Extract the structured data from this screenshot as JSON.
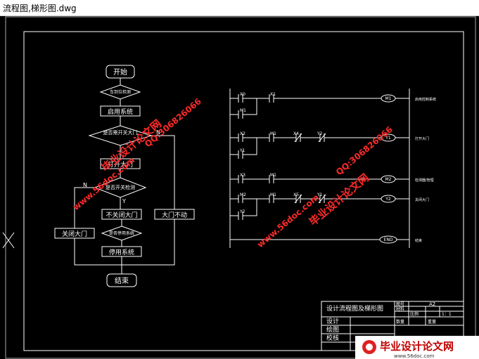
{
  "window": {
    "title": "流程图,梯形图.dwg"
  },
  "flowchart": {
    "start": "开始",
    "check_pos": "车到位检测",
    "enable_system": "启用系统",
    "check_open": "是否需开关大门",
    "open_gate": "打开大门",
    "check_switch": "是否开关检测",
    "no_close": "不关闭大门",
    "gate_still": "大门不动",
    "close_gate": "关闭大门",
    "check_stop": "是否停用系统",
    "disable_system": "停用系统",
    "end": "结束",
    "yes": "Y",
    "no": "N"
  },
  "ladder": {
    "rungs": [
      {
        "contacts": [
          "X0",
          "X1"
        ],
        "branch": "M1",
        "coil": "M1",
        "desc": "启用控制系统"
      },
      {
        "contacts": [
          "X2",
          "M1",
          "X4",
          "Y2"
        ],
        "branch": "Y1",
        "coil": "Y1",
        "desc": "打开大门"
      },
      {
        "contacts": [
          "X3",
          "M1"
        ],
        "branch": "",
        "coil": "M2",
        "desc": "检测器/管理"
      },
      {
        "contacts": [
          "M2",
          "M1",
          "X5",
          "Y1"
        ],
        "branch": "Y2",
        "coil": "Y2",
        "desc": "关闭大门"
      },
      {
        "contacts": [],
        "branch": "",
        "coil": "END",
        "desc": "结束"
      }
    ]
  },
  "title_block": {
    "title": "设计流程图及梯形图",
    "design": "设计",
    "drawing": "绘图",
    "review": "校核",
    "sheet_label": "图号",
    "sheet_value": "A2",
    "material_label": "材料",
    "scale_label": "比例",
    "scale_value": "1：1",
    "qty_label": "数量",
    "weight_label": "重量"
  },
  "watermarks": {
    "brand": "毕业设计论文网",
    "site": "www.56doc.com",
    "qq": "QQ:306826066"
  }
}
